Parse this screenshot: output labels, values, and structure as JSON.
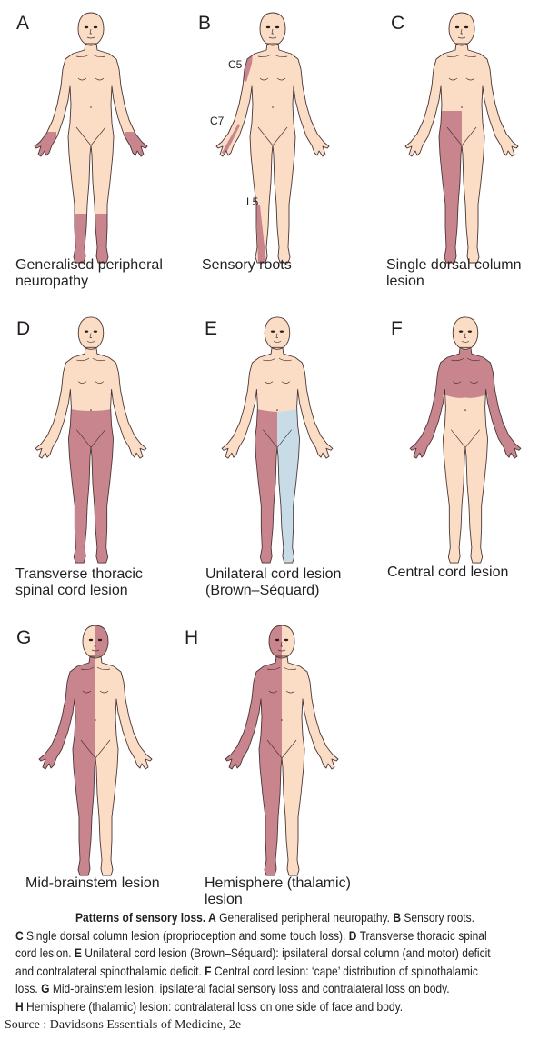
{
  "colors": {
    "skin": "#fbdcc4",
    "loss": "#c9858d",
    "contra": "#c8dce7",
    "outline": "#4a3434"
  },
  "panels": [
    {
      "letter": "A",
      "caption": [
        "Generalised peripheral",
        "neuropathy"
      ]
    },
    {
      "letter": "B",
      "caption": [
        "Sensory roots"
      ],
      "roots": [
        "C5",
        "C7",
        "L5"
      ]
    },
    {
      "letter": "C",
      "caption": [
        "Single dorsal column",
        "lesion"
      ]
    },
    {
      "letter": "D",
      "caption": [
        "Transverse thoracic",
        "spinal cord lesion"
      ]
    },
    {
      "letter": "E",
      "caption": [
        "Unilateral cord lesion",
        "(Brown–Séquard)"
      ]
    },
    {
      "letter": "F",
      "caption": [
        "Central cord lesion"
      ]
    },
    {
      "letter": "G",
      "caption": [
        "Mid-brainstem lesion"
      ]
    },
    {
      "letter": "H",
      "caption": [
        "Hemisphere (thalamic)",
        "lesion"
      ]
    }
  ],
  "legend": {
    "title": "Patterns of sensory loss.",
    "items": [
      {
        "k": "A",
        "t": "Generalised peripheral neuropathy."
      },
      {
        "k": "B",
        "t": "Sensory roots."
      },
      {
        "k": "C",
        "t": "Single dorsal column lesion (proprioception and some touch loss)."
      },
      {
        "k": "D",
        "t": "Transverse thoracic spinal cord lesion."
      },
      {
        "k": "E",
        "t": "Unilateral cord lesion (Brown–Séquard): ipsilateral dorsal column (and motor) deficit and contralateral spinothalamic deficit."
      },
      {
        "k": "F",
        "t": "Central cord lesion: ‘cape’ distribution of spinothalamic loss."
      },
      {
        "k": "G",
        "t": "Mid-brainstem lesion: ipsilateral facial sensory loss and contralateral loss on body."
      },
      {
        "k": "H",
        "t": "Hemisphere (thalamic) lesion: contralateral loss on one side of face and body."
      }
    ],
    "lines": [
      "<b>Patterns of sensory loss. A</b> Generalised peripheral neuropathy. <b>B</b> Sensory roots.",
      "<b>C</b> Single dorsal column lesion (proprioception and some touch loss). <b>D</b> Transverse thoracic spinal",
      "cord lesion. <b>E</b> Unilateral cord lesion (Brown–Séquard): ipsilateral dorsal column (and motor) deficit",
      "and contralateral spinothalamic deficit. <b>F</b> Central cord lesion: ‘cape’ distribution of spinothalamic",
      "loss. <b>G</b> Mid-brainstem lesion: ipsilateral facial sensory loss and contralateral loss on body.",
      "<b>H</b> Hemisphere (thalamic) lesion: contralateral loss on one side of face and body."
    ]
  },
  "source": "Source : Davidsons Essentials of Medicine, 2e"
}
